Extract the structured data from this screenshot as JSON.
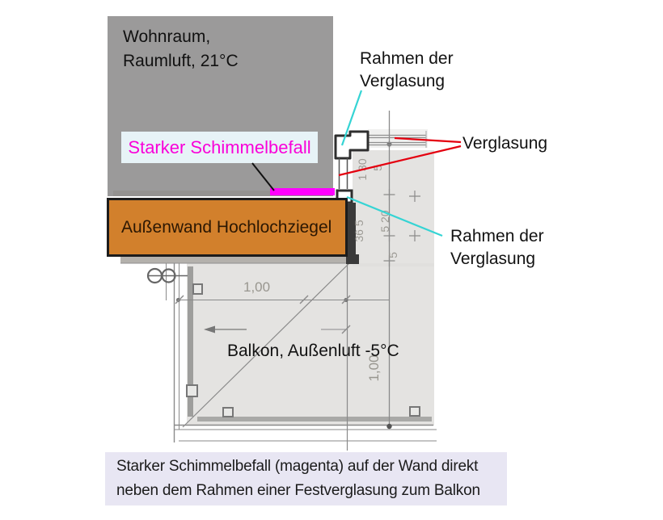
{
  "figure": {
    "room": {
      "line1": "Wohnraum,",
      "line2": "Raumluft, 21°C"
    },
    "mold": {
      "label": "Starker Schimmelbefall"
    },
    "wall": {
      "label": "Außenwand Hochlochziegel"
    },
    "frame_label_top": {
      "line1": "Rahmen der",
      "line2": "Verglasung"
    },
    "glazing_label": "Verglasung",
    "frame_label_bottom": {
      "line1": "Rahmen der",
      "line2": "Verglasung"
    },
    "balcony": {
      "label": "Balkon, Außenluft -5°C"
    },
    "plan_dimensions": {
      "width_horizontal": "1,00",
      "depth_vertical": "1,00",
      "detail_1": "1 30",
      "detail_2": "5",
      "detail_3": "36 5",
      "detail_4": "5 20",
      "detail_5": "5"
    }
  },
  "caption": {
    "line1": "Starker Schimmelbefall (magenta) auf der Wand direkt",
    "line2": "neben dem Rahmen einer Festverglasung zum Balkon"
  },
  "colors": {
    "room_fill": "#9B9A9A",
    "wall_fill": "#D2802C",
    "mold_magenta": "#FF00FF",
    "mold_label_bg": "#E7F3F7",
    "leader_cyan": "#35D4D4",
    "leader_red": "#E4000F",
    "leader_black": "#111111",
    "caption_bg": "#E8E6F3",
    "plan_line_gray": "#8A8A8A",
    "plan_fill_gray": "#DFDEDC"
  }
}
